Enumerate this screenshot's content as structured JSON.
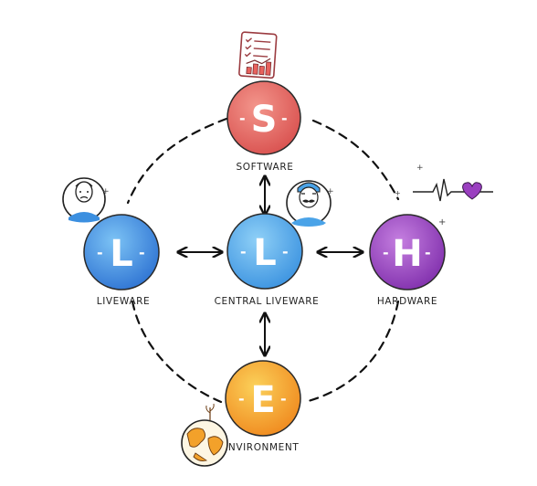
{
  "diagram": {
    "nodes": {
      "software": {
        "letter": "S",
        "label": "SOFTWARE",
        "color": "#e8625e"
      },
      "liveware": {
        "letter": "L",
        "label": "LIVEWARE",
        "color": "#3b8fe0"
      },
      "central": {
        "letter": "L",
        "label": "CENTRAL LIVEWARE",
        "color": "#4aa3e8"
      },
      "hardware": {
        "letter": "H",
        "label": "HARDWARE",
        "color": "#9a3fc0"
      },
      "environment": {
        "letter": "E",
        "label": "ENVIRONMENT",
        "color": "#f3a12a"
      }
    },
    "icons": [
      "checklist-chart-icon",
      "sad-person-icon",
      "mustache-person-icon",
      "heartbeat-icon",
      "globe-icon"
    ]
  }
}
